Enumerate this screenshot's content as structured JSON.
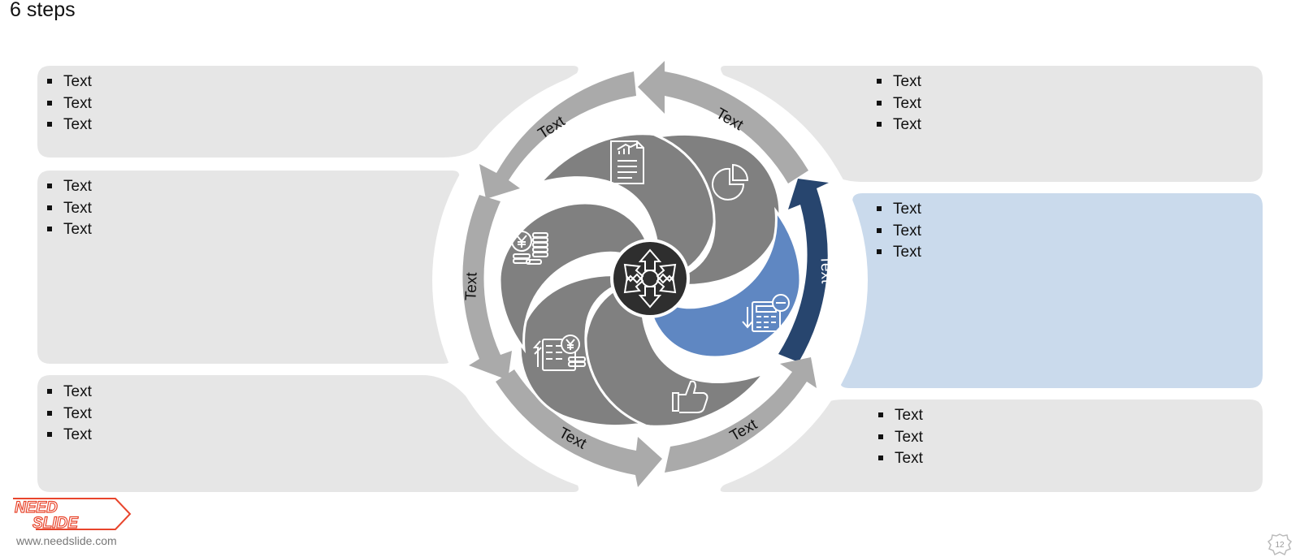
{
  "slide": {
    "title": "6 steps"
  },
  "panels": {
    "top_left": [
      "Text",
      "Text",
      "Text"
    ],
    "mid_left": [
      "Text",
      "Text",
      "Text"
    ],
    "bottom_left": [
      "Text",
      "Text",
      "Text"
    ],
    "top_right": [
      "Text",
      "Text",
      "Text"
    ],
    "mid_right": [
      "Text",
      "Text",
      "Text"
    ],
    "bottom_right": [
      "Text",
      "Text",
      "Text"
    ]
  },
  "arrows": {
    "upper_left": "Text",
    "left": "Text",
    "lower_left": "Text",
    "lower_right": "Text",
    "right": "Text",
    "upper_right": "Text"
  },
  "icons": {
    "center": "gear-arrows-icon",
    "petal_top": "report-chart-icon",
    "petal_upper_right": "pie-chart-icon",
    "petal_right": "calculator-icon",
    "petal_bottom": "thumbs-up-icon",
    "petal_lower_left": "register-yen-icon",
    "petal_upper_left": "yen-coins-icon"
  },
  "colors": {
    "panel_grey": "#E6E6E6",
    "panel_highlight": "#CADAEC",
    "arrow_grey": "#AAAAAA",
    "arrow_highlight": "#27456E",
    "petal_grey": "#808080",
    "petal_highlight": "#5F87C2",
    "center_dark": "#2E2E2E"
  },
  "branding": {
    "logo_line1": "NEED",
    "logo_line2": "SLIDE",
    "website": "www.needslide.com",
    "page_number": "12"
  }
}
